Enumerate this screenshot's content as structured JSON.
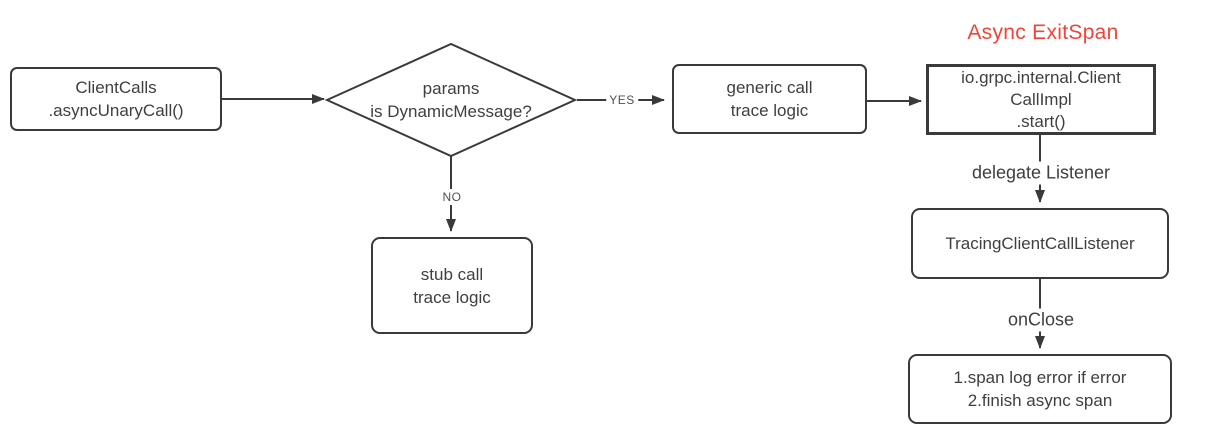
{
  "diagram": {
    "annotation": {
      "async_exitspan": "Async ExitSpan"
    },
    "nodes": {
      "client_calls": "ClientCalls\n.asyncUnaryCall()",
      "decision": "params\nis DynamicMessage?",
      "generic_call": "generic call\ntrace logic",
      "stub_call": "stub call\ntrace logic",
      "client_call_impl": "io.grpc.internal.Client\nCallImpl\n.start()",
      "tracing_listener": "TracingClientCallListener",
      "close_actions": "1.span log error if error\n2.finish async span"
    },
    "edge_labels": {
      "yes": "YES",
      "no": "NO",
      "delegate": "delegate Listener",
      "on_close": "onClose"
    },
    "colors": {
      "line": "#3a3a3a",
      "text": "#3f3f3f",
      "accent_red": "#f44336",
      "background": "#ffffff"
    }
  }
}
